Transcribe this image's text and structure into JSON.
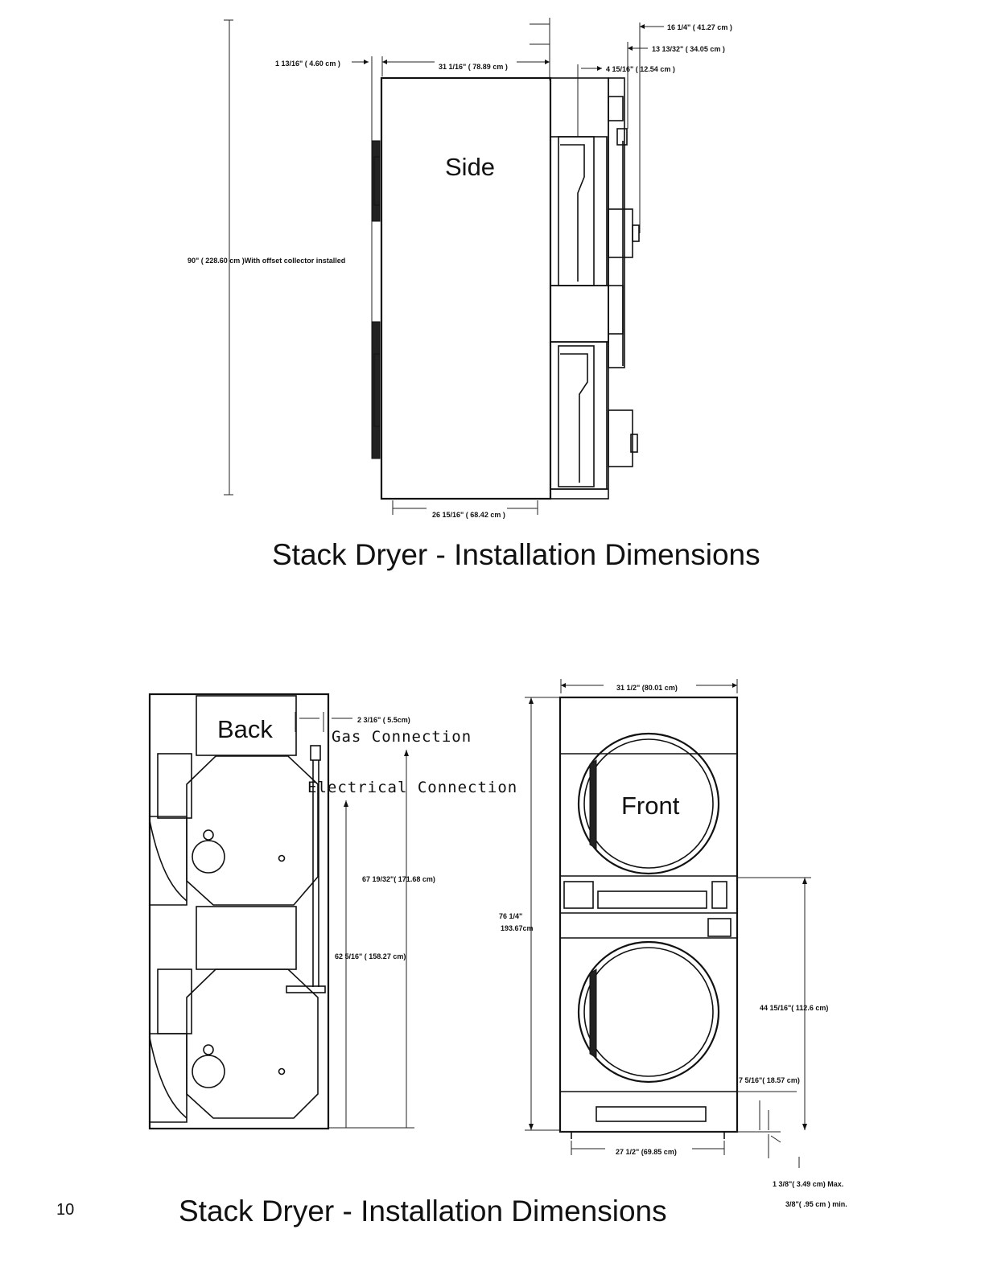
{
  "page": {
    "number": "10"
  },
  "side_view": {
    "label": "Side",
    "caption": "Stack Dryer - Installation Dimensions",
    "dims": {
      "left_offset": "1 13/16\" ( 4.60 cm )",
      "depth_top": "31 1/16\" ( 78.89 cm )",
      "rear_16": "16 1/4\" ( 41.27 cm )",
      "rear_13": "13 13/32\" ( 34.05 cm )",
      "rear_4": "4 15/16\" ( 12.54 cm )",
      "height": "90\" ( 228.60 cm )With offset collector installed",
      "depth_bottom": "26 15/16\" ( 68.42 cm )"
    }
  },
  "back_view": {
    "label": "Back",
    "gas_label": "Gas Connection",
    "electrical_label": "Electrical Connection",
    "dims": {
      "gas_offset": "2 3/16\" ( 5.5cm)",
      "elec_height": "67 19/32\"( 171.68 cm)",
      "gas_height": "62 5/16\" ( 158.27 cm)"
    }
  },
  "front_view": {
    "label": "Front",
    "caption": "Stack Dryer - Installation Dimensions",
    "dims": {
      "width_top": "31 1/2\" (80.01 cm)",
      "height_a": "76 1/4\"",
      "height_b": "193.67cm",
      "mid_height": "44 15/16\"( 112.6 cm)",
      "base_height": "7 5/16\"( 18.57 cm)",
      "width_bottom": "27 1/2\" (69.85 cm)",
      "max_note": "1 3/8\"( 3.49 cm)   Max.",
      "min_note": "3/8\"( .95 cm ) min."
    }
  }
}
